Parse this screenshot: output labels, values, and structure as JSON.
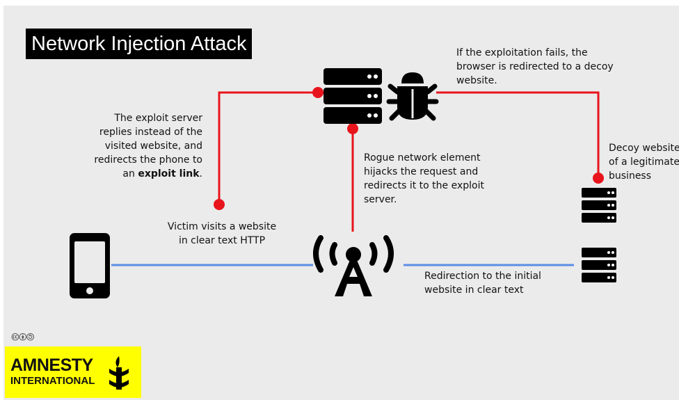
{
  "title": "Network Injection Attack",
  "labels": {
    "exploit_server_l1": "The exploit server",
    "exploit_server_l2": "replies instead of the",
    "exploit_server_l3": "visited website, and",
    "exploit_server_l4": "redirects the phone to",
    "exploit_server_l5_pre": "an ",
    "exploit_server_l5_bold": "exploit link",
    "exploit_server_l5_post": ".",
    "decoy_redirect_l1": "If the exploitation fails, the",
    "decoy_redirect_l2": "browser is redirected to a decoy",
    "decoy_redirect_l3": "website.",
    "decoy_site_l1": "Decoy website",
    "decoy_site_l2": "of a legitimate",
    "decoy_site_l3": "business",
    "rogue_l1": "Rogue network element",
    "rogue_l2": "hijacks the request and",
    "rogue_l3": "redirects it to the exploit",
    "rogue_l4": "server.",
    "victim_l1": "Victim visits a website",
    "victim_l2": "in clear text HTTP",
    "redirection_l1": "Redirection to the initial",
    "redirection_l2": "website in clear text"
  },
  "license_icons": "🅭🅯🄎",
  "logo": {
    "line1": "AMNESTY",
    "line2": "INTERNATIONAL"
  },
  "colors": {
    "attack_line": "#e8141c",
    "normal_line": "#5b8ee6",
    "logo_bg": "#ffff00"
  },
  "icons": [
    "phone-icon",
    "antenna-icon",
    "exploit-server-icon",
    "bug-icon",
    "decoy-server-icon",
    "initial-server-icon",
    "creative-commons-icon",
    "candle-logo-icon"
  ]
}
